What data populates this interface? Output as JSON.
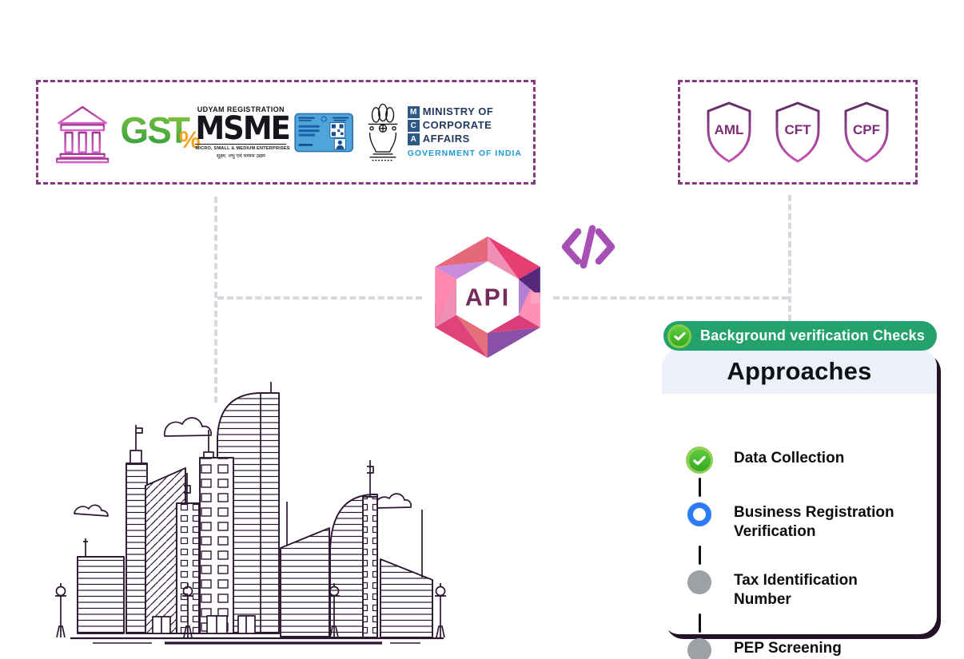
{
  "sources_box": {
    "icons": [
      "bank-building-icon",
      "gst-logo",
      "msme-udyam-logo",
      "id-card-icon",
      "mca-logo"
    ],
    "gst": {
      "gs": "GS",
      "t": "T",
      "percent": "%"
    },
    "msme": {
      "title": "UDYAM REGISTRATION",
      "logo": "MSME",
      "subtitle": "MICRO, SMALL & MEDIUM ENTERPRISES",
      "subtitle_hindi": "सूक्ष्म, लघु एवं मध्यम उद्यम"
    },
    "mca": {
      "letters": [
        "M",
        "C",
        "A"
      ],
      "lines": [
        "MINISTRY OF",
        "CORPORATE",
        "AFFAIRS"
      ],
      "footer": "GOVERNMENT OF INDIA"
    }
  },
  "compliance_box": {
    "shields": [
      "AML",
      "CFT",
      "CPF"
    ]
  },
  "api_hub": {
    "label": "API"
  },
  "verification_card": {
    "badge": "Background verification Checks",
    "title": "Approaches",
    "steps": [
      {
        "label": "Data Collection",
        "state": "done"
      },
      {
        "label": "Business Registration Verification",
        "state": "active"
      },
      {
        "label": "Tax Identification Number",
        "state": "pending"
      },
      {
        "label": "PEP Screening",
        "state": "pending"
      }
    ]
  },
  "colors": {
    "dashed_box_border": "#843C7E",
    "connector_dash": "#DCD6DE",
    "pill_green": "#23A26D",
    "step_done_green": "#4CBB2F",
    "step_active_blue": "#2E7BF6",
    "step_pending_gray": "#9DA0A4",
    "card_shadow": "#251229",
    "city_line": "#2B1631",
    "shield_stroke_top": "#5E2E63",
    "shield_stroke_bottom": "#C653B8"
  }
}
